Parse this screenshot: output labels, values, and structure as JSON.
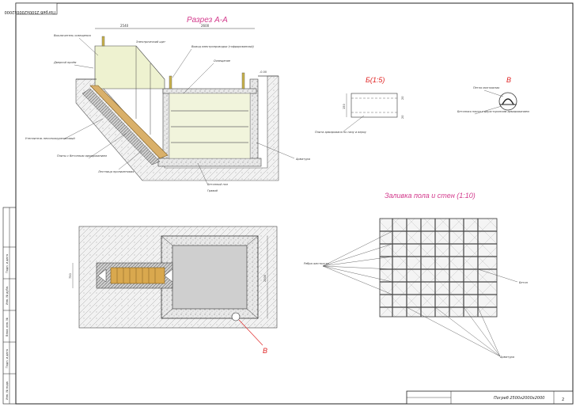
{
  "stamp": {
    "text": "Погреб 2500x2000x2000"
  },
  "section_aa": {
    "title": "Разрез А-А",
    "dims": {
      "left": "2540",
      "right": "2600"
    },
    "labels": {
      "vent": "Выключатель освещения",
      "door": "Дверной проём",
      "electric": "Электрический щит",
      "duct": "Вывод электропроводки (гофрированный)",
      "light": "Освещение",
      "insul": "Утеплитель пенополиуретановый",
      "slabs": "Плиты с бетонным армированием",
      "stairs": "Лестница пропиленовая",
      "floor": "Бетонный пол",
      "gravel": "Гравий",
      "level": "-0.00",
      "rebar": "Арматура"
    }
  },
  "detail_b": {
    "title": "Б(1:5)",
    "dims": {
      "a": "150",
      "b": "20",
      "c": "20"
    },
    "label": "Плита армирована по низу и верху"
  },
  "detail_v": {
    "title": "В",
    "label_top": "Петля монтажная",
    "label_bottom": "Бетонная плита с двухсторонним армированием"
  },
  "plan": {
    "dims": {
      "width": "750",
      "height": "2000"
    },
    "callout": "В"
  },
  "pour": {
    "title": "Заливка пола и стен (1:10)",
    "label_left": "Ребра жесткости",
    "label_concrete": "Бетон",
    "label_rebar": "Арматура"
  },
  "titleblock": {
    "name": "Погреб 2500x2000x2000",
    "sheet": "2"
  },
  "sidebar": {
    "cells": [
      "Инв. № подл.",
      "Подп. и дата",
      "Взам. инв. №",
      "Инв. № дубл.",
      "Подп. и дата"
    ]
  }
}
